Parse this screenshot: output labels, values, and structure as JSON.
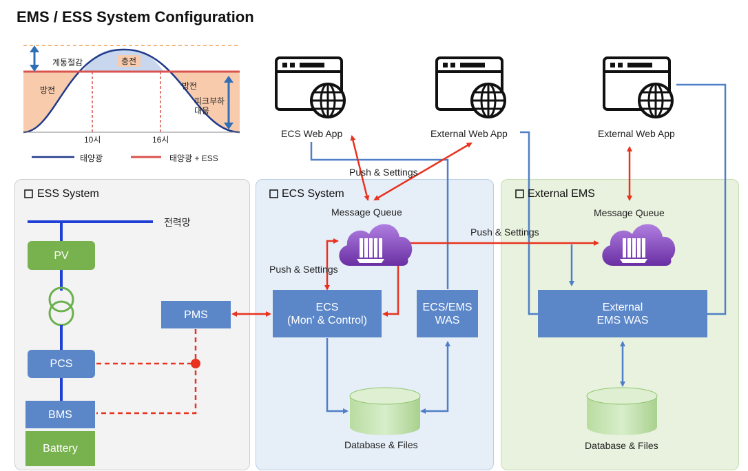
{
  "title": "EMS / ESS System Configuration",
  "inset_chart": {
    "label_peak_cut": "계통절감",
    "label_charge": "충전",
    "label_discharge_left": "방전",
    "label_discharge_right": "방전",
    "label_peak_response": "피크부하\n대응",
    "tick_10": "10시",
    "tick_16": "16시",
    "legend_solar": "태양광",
    "legend_solar_ess": "태양광 + ESS"
  },
  "web_apps": {
    "ecs": "ECS Web App",
    "external_center": "External Web App",
    "external_right": "External Web App"
  },
  "ess_system": {
    "title": "ESS System",
    "grid_label": "전력망",
    "pv": "PV",
    "pcs": "PCS",
    "bms": "BMS",
    "battery": "Battery",
    "pms": "PMS"
  },
  "ecs_system": {
    "title": "ECS System",
    "message_queue": "Message Queue",
    "push_settings_top": "Push & Settings",
    "push_settings_left": "Push & Settings",
    "ecs_box": "ECS\n(Mon’ & Control)",
    "was_box": "ECS/EMS\nWAS",
    "database": "Database & Files"
  },
  "external_ems": {
    "title": "External EMS",
    "message_queue": "Message Queue",
    "push_settings": "Push & Settings",
    "was_box": "External\nEMS WAS",
    "database": "Database & Files"
  },
  "colors": {
    "box_blue": "#5b87c9",
    "box_green": "#78b24e",
    "red_arrow": "#e8321e",
    "blue_line": "#4f7fc6",
    "grid_blue": "#1f3fd6",
    "queue_purple": "#7b3fb0"
  }
}
